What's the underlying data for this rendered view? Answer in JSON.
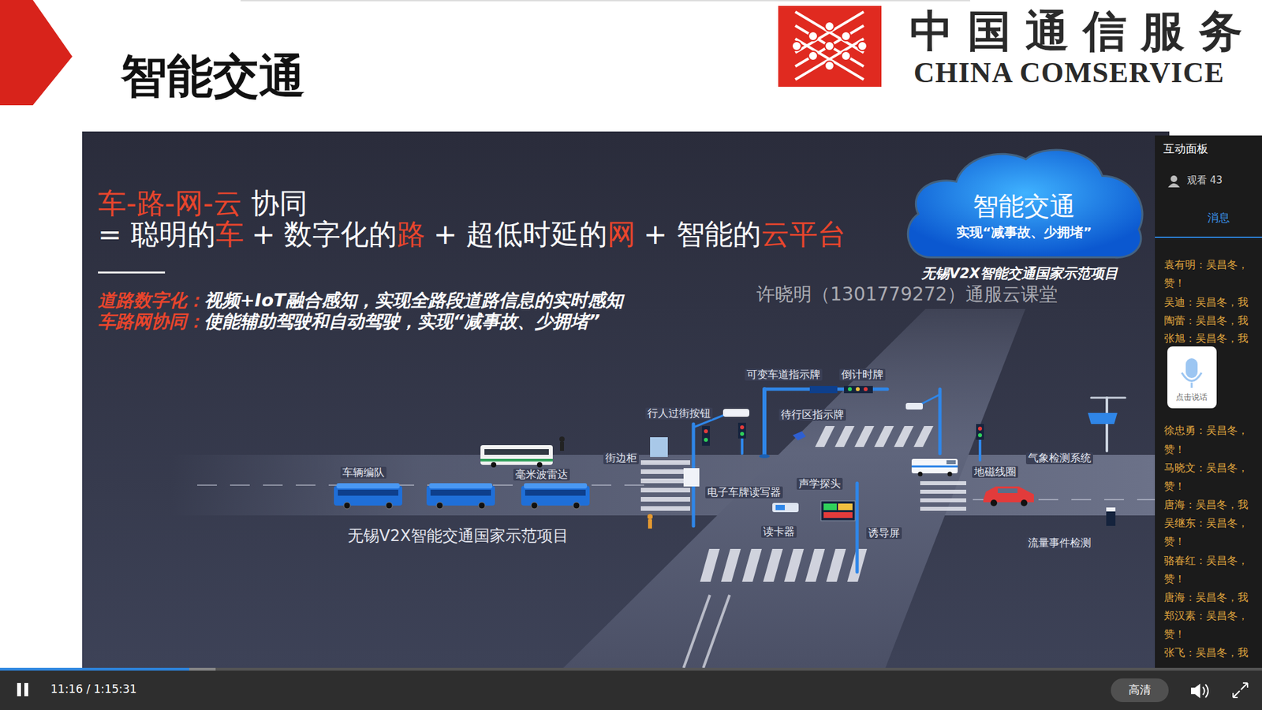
{
  "diagram": {
    "title": "智能交通",
    "nodes": [
      {
        "text": [
          "智能交通",
          "实现“减事故、少拥堵”"
        ]
      }
    ],
    "labels": [
      "中国通信服务",
      "CHINA COMSERVICE",
      "车-路-网-云",
      "协同",
      "= 聪明的",
      "车",
      "+ 数字化的",
      "路",
      "+ 超低时延的",
      "网",
      "+ 智能的",
      "云平台",
      "道路数字化：",
      "视频+IoT融合感知，实现全路段道路信息的实时感知",
      "车路网协同：",
      "使能辅助驾驶和自动驾驶，实现“减事故、少拥堵”",
      "无锡V2X智能交通国家示范项目",
      "许晓明（1301779272）通服云课堂",
      "可变车道指示牌",
      "倒计时牌",
      "行人过街按钮",
      "待行区指示牌",
      "街边柜",
      "车辆编队",
      "毫米波雷达",
      "电子车牌读写器",
      "声学探头",
      "地磁线圈",
      "气象检测系统",
      "读卡器",
      "诱导屏",
      "流量事件检测",
      "无锡V2X智能交通国家示范项目",
      "互动面板",
      "观看 43",
      "消息",
      "袁有明：吴昌冬，",
      "赞！",
      "吴迪：吴昌冬，我",
      "陶蕾：吴昌冬，我",
      "张旭：吴昌冬，我",
      "徐忠勇：吴昌冬，",
      "赞！",
      "马晓文：吴昌冬，",
      "赞！",
      "唐海：吴昌冬，我",
      "吴继东：吴昌冬，",
      "赞！",
      "骆春红：吴昌冬，",
      "赞！",
      "唐海：吴昌冬，我",
      "郑汉素：吴昌冬，",
      "赞！",
      "张飞：吴昌冬，我",
      "点击说话",
      "11:16 / 1:15:31",
      "高清"
    ]
  }
}
